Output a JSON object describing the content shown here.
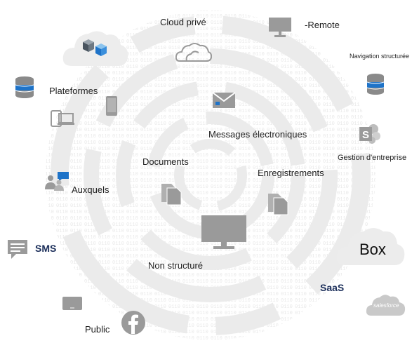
{
  "labels": {
    "cloud_prive": "Cloud privé",
    "remote": "-Remote",
    "navigation": "Navigation structurée",
    "plateformes": "Plateformes",
    "messages": "Messages électroniques",
    "gestion": "Gestion d'entreprise",
    "documents": "Documents",
    "enregistrements": "Enregistrements",
    "auxquels": "Auxquels",
    "sms": "SMS",
    "box": "Box",
    "non_structure": "Non structuré",
    "saas": "SaaS",
    "public": "Public",
    "salesforce": "salesforce"
  },
  "colors": {
    "icon_gray": "#9a9a9a",
    "light_gray": "#ececec",
    "blue": "#1e73c8",
    "navy": "#1b2e5a",
    "salesforce": "#c9c9c9"
  }
}
